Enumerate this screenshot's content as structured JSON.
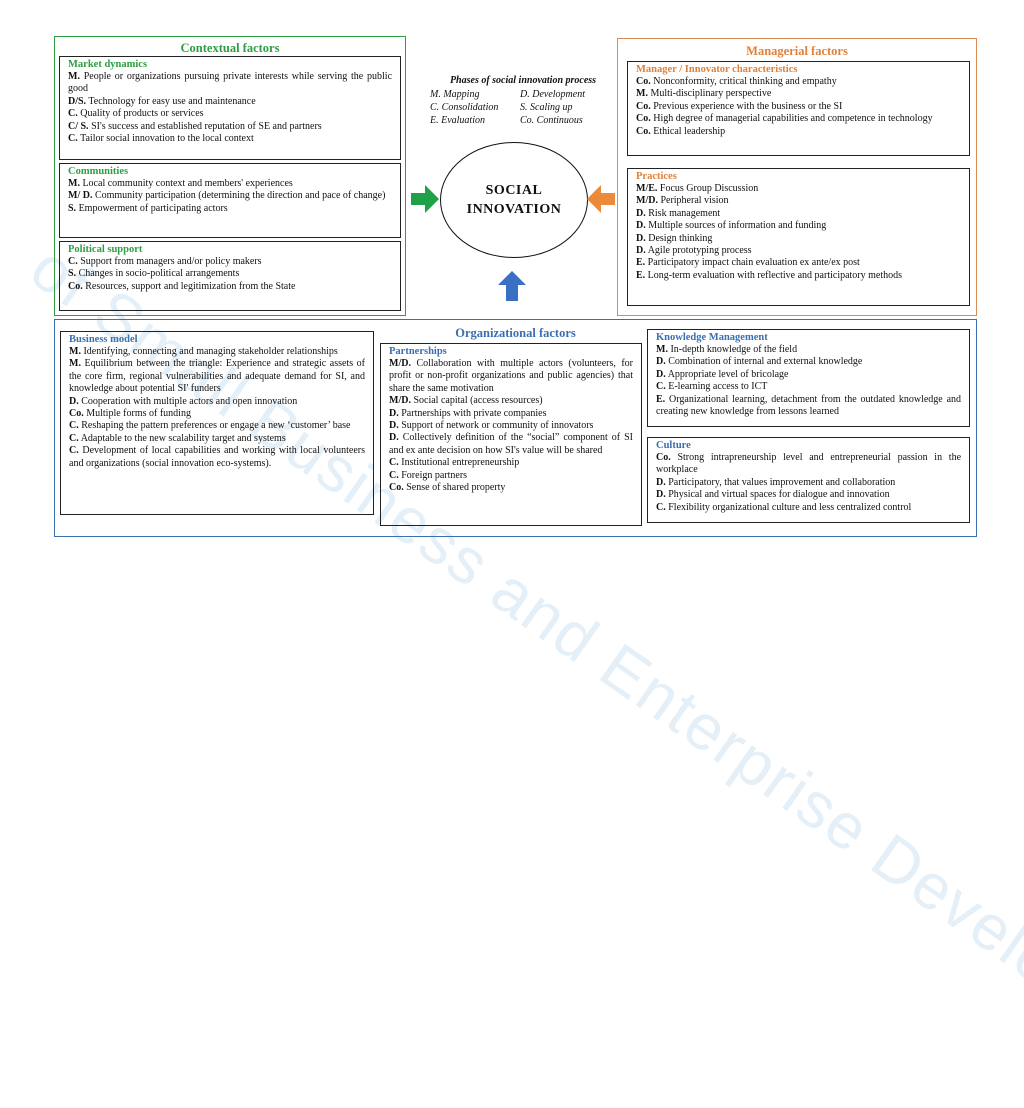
{
  "watermark": "of Small Business and Enterprise Development",
  "colors": {
    "contextual": "#2e9e44",
    "managerial": "#e0813a",
    "organizational": "#3a6fb0"
  },
  "contextual": {
    "title": "Contextual factors",
    "market": {
      "title": "Market dynamics",
      "items": [
        {
          "code": "M.",
          "text": "People or organizations pursuing private interests while serving the public good"
        },
        {
          "code": "D/S.",
          "text": "Technology for easy use and maintenance"
        },
        {
          "code": "C.",
          "text": "Quality of products or services"
        },
        {
          "code": "C/ S.",
          "text": "SI's success and established reputation of SE and partners"
        },
        {
          "code": "C.",
          "text": "Tailor social innovation to the local context"
        }
      ]
    },
    "communities": {
      "title": "Communities",
      "items": [
        {
          "code": "M.",
          "text": "Local community context and members' experiences"
        },
        {
          "code": "M/ D.",
          "text": "Community participation (determining the direction and pace of change)"
        },
        {
          "code": "S.",
          "text": "Empowerment of participating actors"
        }
      ]
    },
    "political": {
      "title": "Political support",
      "items": [
        {
          "code": "C.",
          "text": "Support from managers and/or policy makers"
        },
        {
          "code": "S.",
          "text": "Changes in socio-political arrangements"
        },
        {
          "code": "Co.",
          "text": "Resources, support and legitimization from the State"
        }
      ]
    }
  },
  "phases": {
    "title": "Phases of social innovation process",
    "items": [
      "M. Mapping",
      "D. Development",
      "C. Consolidation",
      "S. Scaling up",
      "E. Evaluation",
      "Co. Continuous"
    ]
  },
  "center": {
    "line1": "SOCIAL",
    "line2": "INNOVATION"
  },
  "managerial": {
    "title": "Managerial factors",
    "manager": {
      "title": "Manager / Innovator characteristics",
      "items": [
        {
          "code": "Co.",
          "text": "Nonconformity, critical thinking and empathy"
        },
        {
          "code": "M.",
          "text": "Multi-disciplinary perspective"
        },
        {
          "code": "Co.",
          "text": "Previous experience with the business or the SI"
        },
        {
          "code": "Co.",
          "text": "High degree of managerial capabilities and  competence in technology"
        },
        {
          "code": "Co.",
          "text": "Ethical leadership"
        }
      ]
    },
    "practices": {
      "title": "Practices",
      "items": [
        {
          "code": "M/E.",
          "text": "Focus Group Discussion"
        },
        {
          "code": "M/D.",
          "text": "Peripheral vision"
        },
        {
          "code": "D.",
          "text": "Risk management"
        },
        {
          "code": "D.",
          "text": "Multiple sources of information and funding"
        },
        {
          "code": "D.",
          "text": "Design thinking"
        },
        {
          "code": "D.",
          "text": "Agile prototyping process"
        },
        {
          "code": "E.",
          "text": "Participatory impact chain evaluation ex ante/ex post"
        },
        {
          "code": "E.",
          "text": "Long-term evaluation with reflective and participatory methods"
        }
      ]
    }
  },
  "organizational": {
    "title": "Organizational factors",
    "business": {
      "title": "Business model",
      "items": [
        {
          "code": "M.",
          "text": "Identifying, connecting and managing stakeholder relationships"
        },
        {
          "code": "M.",
          "text": "Equilibrium between the triangle: Experience and strategic assets of the core firm, regional vulnerabilities and adequate demand for SI, and  knowledge about potential SI' funders"
        },
        {
          "code": "D.",
          "text": "Cooperation with multiple actors and open innovation"
        },
        {
          "code": "Co.",
          "text": "Multiple forms of funding"
        },
        {
          "code": "C.",
          "text": "Reshaping the pattern preferences or engage a new ‘customer’ base"
        },
        {
          "code": "C.",
          "text": "Adaptable to the new scalability target and systems"
        },
        {
          "code": "C.",
          "text": "Development of local capabilities and working with local volunteers and organizations (social innovation eco-systems)."
        }
      ]
    },
    "partnerships": {
      "title": "Partnerships",
      "items": [
        {
          "code": "M/D.",
          "text": "Collaboration with multiple actors (volunteers, for profit or non-profit organizations and public agencies) that share the same motivation"
        },
        {
          "code": "M/D.",
          "text": "Social capital (access resources)"
        },
        {
          "code": "D.",
          "text": "Partnerships with private companies"
        },
        {
          "code": "D.",
          "text": "Support of network or community of innovators"
        },
        {
          "code": "D.",
          "text": "Collectively definition of the “social” component of SI and ex ante decision on how SI's value will be shared"
        },
        {
          "code": "C.",
          "text": "Institutional entrepreneurship"
        },
        {
          "code": "C.",
          "text": "Foreign partners"
        },
        {
          "code": "Co.",
          "text": "Sense of shared property"
        }
      ]
    },
    "knowledge": {
      "title": "Knowledge Management",
      "items": [
        {
          "code": "M.",
          "text": "In-depth knowledge of the field"
        },
        {
          "code": "D.",
          "text": "Combination of internal and external knowledge"
        },
        {
          "code": "D.",
          "text": "Appropriate level of bricolage"
        },
        {
          "code": "C.",
          "text": "E-learning access to ICT"
        },
        {
          "code": "E.",
          "text": "Organizational learning, detachment from the outdated knowledge and creating new knowledge from lessons learned"
        }
      ]
    },
    "culture": {
      "title": "Culture",
      "items": [
        {
          "code": "Co.",
          "text": "Strong intrapreneurship level and entrepreneurial passion in the workplace"
        },
        {
          "code": "D.",
          "text": "Participatory, that values improvement and collaboration"
        },
        {
          "code": "D.",
          "text": "Physical and virtual spaces for dialogue and innovation"
        },
        {
          "code": "C.",
          "text": "Flexibility organizational culture and less centralized control"
        }
      ]
    }
  }
}
